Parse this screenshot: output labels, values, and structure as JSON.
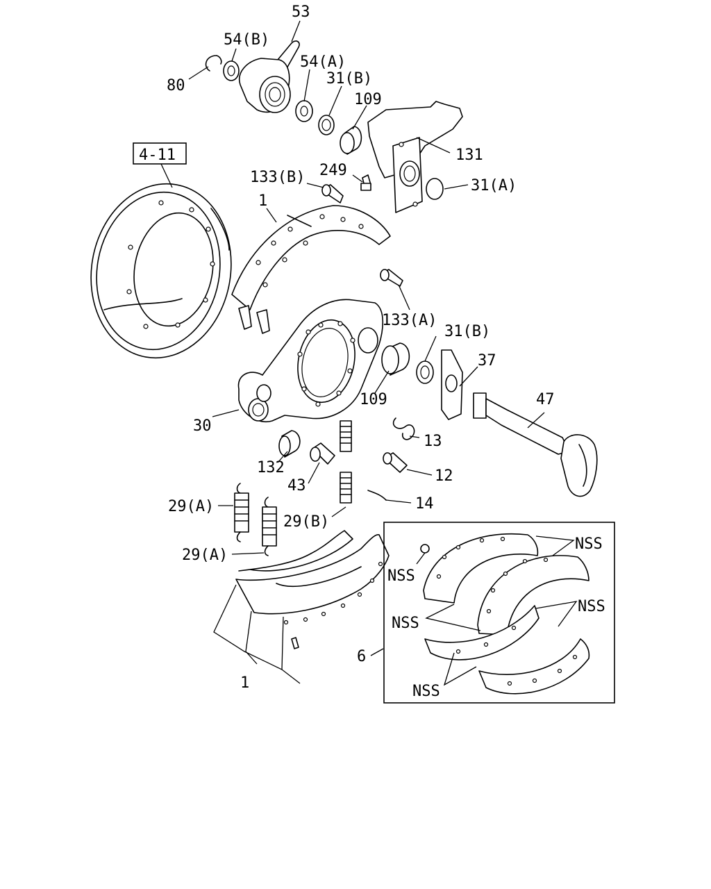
{
  "callouts": {
    "c53": "53",
    "c54b": "54(B)",
    "c80": "80",
    "c54a": "54(A)",
    "c31b_top": "31(B)",
    "c109_top": "109",
    "c131": "131",
    "ref_box": "4-11",
    "c133b": "133(B)",
    "c249": "249",
    "c31a": "31(A)",
    "c1_top": "1",
    "c133a": "133(A)",
    "c31b_mid": "31(B)",
    "c37": "37",
    "c109_mid": "109",
    "c47": "47",
    "c30": "30",
    "c13": "13",
    "c132": "132",
    "c12": "12",
    "c43": "43",
    "c29a_1": "29(A)",
    "c14": "14",
    "c29b": "29(B)",
    "c29a_2": "29(A)",
    "c1_bottom": "1",
    "c6": "6",
    "nss_1": "NSS",
    "nss_2": "NSS",
    "nss_3": "NSS",
    "nss_4": "NSS",
    "nss_5": "NSS"
  }
}
